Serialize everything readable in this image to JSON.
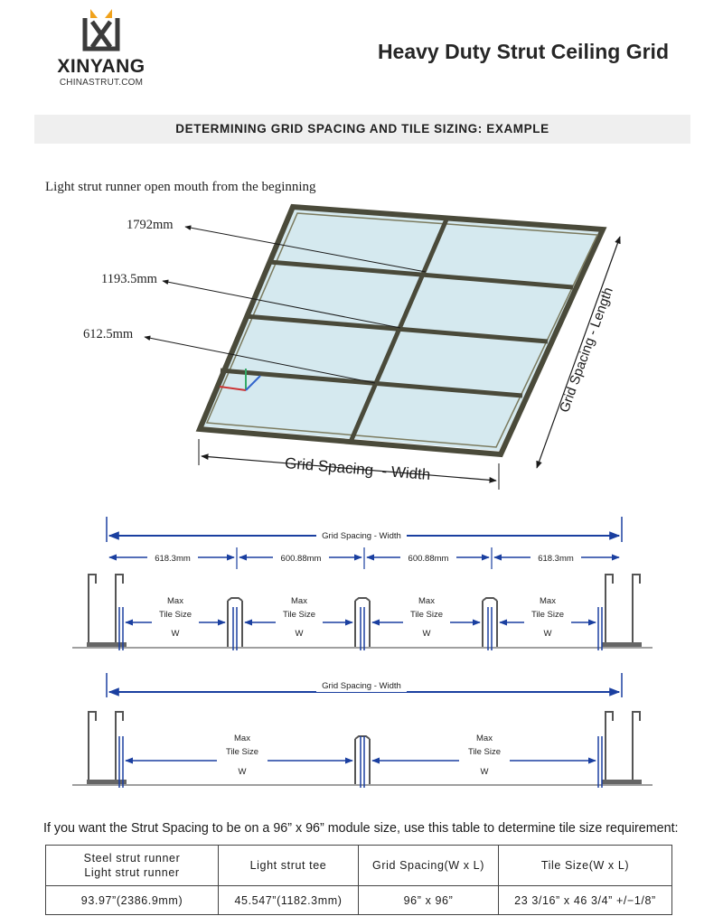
{
  "brand": {
    "name": "XINYANG",
    "site": "CHINASTRUT.COM",
    "colors": {
      "accent": "#f0a21c",
      "mark": "#3b3b3b"
    }
  },
  "header": {
    "title": "Heavy Duty Strut Ceiling Grid"
  },
  "banner": {
    "text": "DETERMINING GRID SPACING AND TILE SIZING: EXAMPLE"
  },
  "iso": {
    "note": "Light strut runner open mouth from the beginning",
    "labels": [
      "1792mm",
      "1193.5mm",
      "612.5mm"
    ],
    "width_label": "Grid Spacing  - Width",
    "length_label": "Grid Spacing - Length",
    "colors": {
      "frame": "#4a4a3a",
      "glass": "#d5e9ef"
    }
  },
  "section1": {
    "total_label": "Grid Spacing - Width",
    "spans": [
      "618.3mm",
      "600.88mm",
      "600.88mm",
      "618.3mm"
    ],
    "tile_label": [
      "Max",
      "Tile Size",
      "W"
    ]
  },
  "section2": {
    "total_label": "Grid Spacing - Width",
    "tile_label": [
      "Max",
      "Tile Size",
      "W"
    ]
  },
  "table": {
    "intro": "If you want the Strut Spacing to be on a 96” x 96” module size, use this table to determine tile size requirement:",
    "headers": [
      "Steel strut runner",
      "Light strut runner",
      "Light strut tee",
      "Grid Spacing(W x L)",
      "Tile Size(W x L)"
    ],
    "row": [
      "93.97”(2386.9mm)",
      "45.547”(1182.3mm)",
      "96” x 96”",
      "23 3/16” x 46 3/4” +/−1/8”"
    ]
  }
}
